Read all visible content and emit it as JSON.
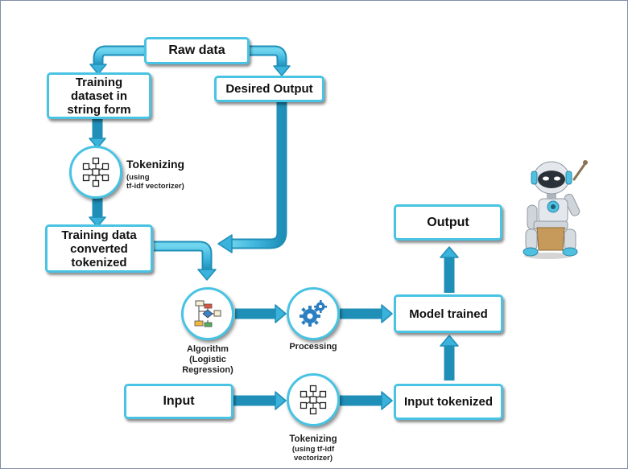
{
  "nodes": {
    "raw_data": "Raw data",
    "training_dataset": [
      "Training",
      "dataset in",
      "string form"
    ],
    "desired_output": "Desired Output",
    "training_converted": [
      "Training data",
      "converted",
      "tokenized"
    ],
    "output": "Output",
    "model_trained": "Model trained",
    "input": "Input",
    "input_tokenized": "Input tokenized"
  },
  "labels": {
    "tokenizing_title": "Tokenizing",
    "tokenizing_sub": [
      "(using",
      "tf-idf vectorizer)"
    ],
    "algorithm": [
      "Algorithm",
      "(Logistic",
      "Regression)"
    ],
    "processing": "Processing",
    "tokenizing2": [
      "Tokenizing",
      "(using tf-idf",
      "vectorizer)"
    ]
  },
  "icons": {
    "tokenizing": "cubes-network-icon",
    "algorithm": "flowchart-icon",
    "processing": "gears-icon",
    "tokenizing2": "cubes-network-icon",
    "robot": "robot-mascot-icon"
  },
  "colors": {
    "accent": "#48c3e3",
    "arrow_dark": "#1f8fb8",
    "gear": "#2b7fc1"
  }
}
